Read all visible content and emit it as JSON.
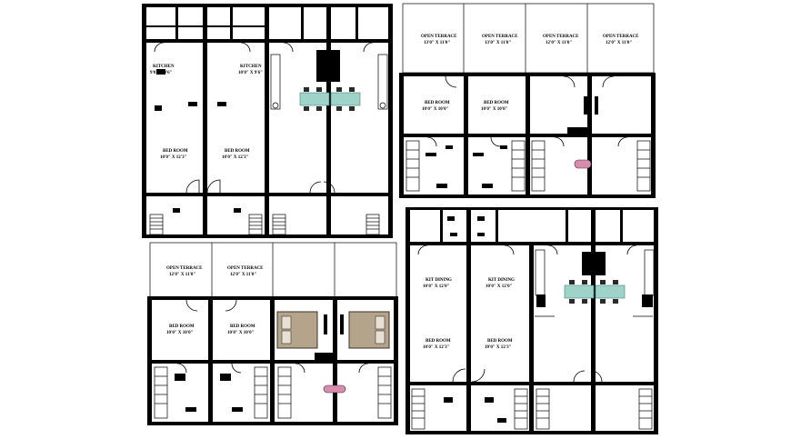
{
  "labels": {
    "kitchen": "KITCHEN",
    "kitchen_dim_a": "9'0\" X 9'6\"",
    "kitchen_dim_b": "10'0\" X 9'6\"",
    "bed_room": "BED ROOM",
    "bed_dim_a": "10'0\" X 12'3\"",
    "bed_dim_b": "10'0\" X 12'3\"",
    "open_terrace": "OPEN TERRACE",
    "terrace_dim_a": "13'0\" X 11'0\"",
    "terrace_dim_b": "13'0\" X 11'0\"",
    "terrace_dim_c": "12'0\" X 11'0\"",
    "terrace_dim_d": "12'0\" X 11'0\"",
    "bed_room_upper_a": "10'0\" X 10'0\"",
    "bed_room_upper_b": "10'0\" X 10'0\"",
    "kit_dining": "KIT DINING",
    "kit_dining_dim_a": "10'0\" X 12'0\"",
    "kit_dining_dim_b": "10'0\" X 12'0\"",
    "bed_room_low_a": "10'0\" X 12'3\"",
    "bed_room_low_b": "10'0\" X 12'3\""
  }
}
